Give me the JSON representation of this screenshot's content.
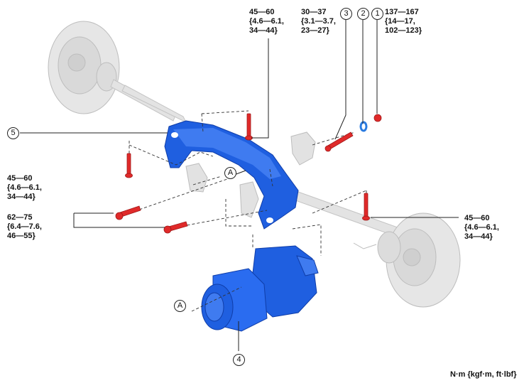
{
  "torque_labels": {
    "top_center": [
      "45—60",
      "{4.6—6.1,",
      "34—44}"
    ],
    "top_mid": [
      "30—37",
      "{3.1—3.7,",
      "23—27}"
    ],
    "top_right": [
      "137—167",
      "{14—17,",
      "102—123}"
    ],
    "left_upper": [
      "45—60",
      "{4.6—6.1,",
      "34—44}"
    ],
    "left_lower": [
      "62—75",
      "{6.4—7.6,",
      "46—55}"
    ],
    "right_mid": [
      "45—60",
      "{4.6—6.1,",
      "34—44}"
    ]
  },
  "callouts": {
    "n1": "1",
    "n2": "2",
    "n3": "3",
    "n4": "4",
    "n5": "5",
    "a_upper": "A",
    "a_lower": "A"
  },
  "units": "N·m {kgf·m, ft·lbf}",
  "colors": {
    "assembly": "#1f5fe0",
    "bolt": "#e02a2a",
    "washer": "#2a7be0",
    "ghost": "#d8d8d8",
    "leader": "#222222"
  }
}
